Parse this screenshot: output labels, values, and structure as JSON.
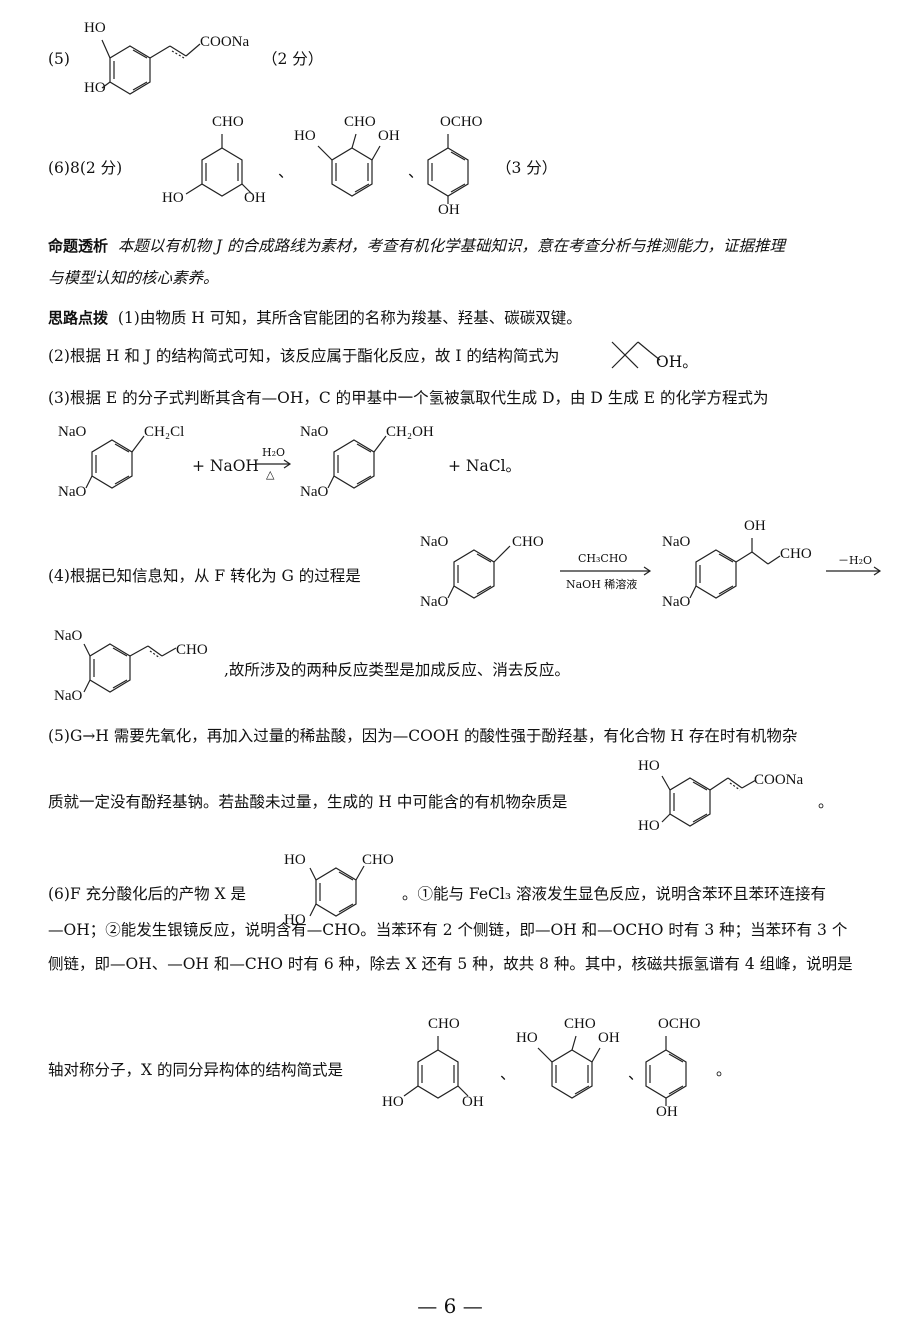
{
  "ans5": {
    "num": "(5)",
    "score": "（2 分）"
  },
  "ans6": {
    "num": "(6)8(2 分)",
    "sep1": "、",
    "sep2": "、",
    "score": "（3 分）"
  },
  "labels": {
    "HO": "HO",
    "OH": "OH",
    "CHO": "CHO",
    "OCHO": "OCHO",
    "COONa": "COONa",
    "NaO": "NaO",
    "CH2Cl": "CH₂Cl",
    "CH2OH": "CH₂OH"
  },
  "analysis": {
    "heading": "命题透析",
    "line1": "本题以有机物 J 的合成路线为素材，考查有机化学基础知识，意在考查分析与推测能力，证据推理",
    "line2": "与模型认知的核心素养。"
  },
  "hint": {
    "heading": "思路点拨",
    "p1": "(1)由物质 H 可知，其所含官能团的名称为羧基、羟基、碳碳双键。",
    "p2": "(2)根据 H 和 J 的结构简式可知，该反应属于酯化反应，故 I 的结构简式为",
    "p2_end": "OH。",
    "p3": "(3)根据 E 的分子式判断其含有—OH，C 的甲基中一个氢被氯取代生成 D，由 D 生成 E 的化学方程式为",
    "p3_plus_naoh": "+ NaOH",
    "p3_h2o": "H₂O",
    "p3_delta": "△",
    "p3_nacl": "+ NaCl。",
    "p4": "(4)根据已知信息知，从 F 转化为 G 的过程是",
    "p4_reagent1": "CH₃CHO",
    "p4_reagent2": "NaOH 稀溶液",
    "p4_minus_h2o": "－H₂O",
    "p4_end": ",故所涉及的两种反应类型是加成反应、消去反应。",
    "p5_l1": "(5)G→H 需要先氧化，再加入过量的稀盐酸，因为—COOH 的酸性强于酚羟基，有化合物 H 存在时有机物杂",
    "p5_l2": "质就一定没有酚羟基钠。若盐酸未过量，生成的 H 中可能含的有机物杂质是",
    "p5_end": "。",
    "p6_l1a": "(6)F 充分酸化后的产物 X 是",
    "p6_l1b": "。①能与 FeCl₃ 溶液发生显色反应，说明含苯环且苯环连接有",
    "p6_l2": "—OH；②能发生银镜反应，说明含有—CHO。当苯环有 2 个侧链，即—OH 和—OCHO 时有 3 种；当苯环有 3 个",
    "p6_l3": "侧链，即—OH、—OH 和—CHO 时有 6 种，除去 X 还有 5 种，故共 8 种。其中，核磁共振氢谱有 4 组峰，说明是",
    "p6_l4": "轴对称分子，X 的同分异构体的结构简式是",
    "p6_sep1": "、",
    "p6_sep2": "、",
    "p6_end": "。"
  },
  "page_number": "— 6 —"
}
